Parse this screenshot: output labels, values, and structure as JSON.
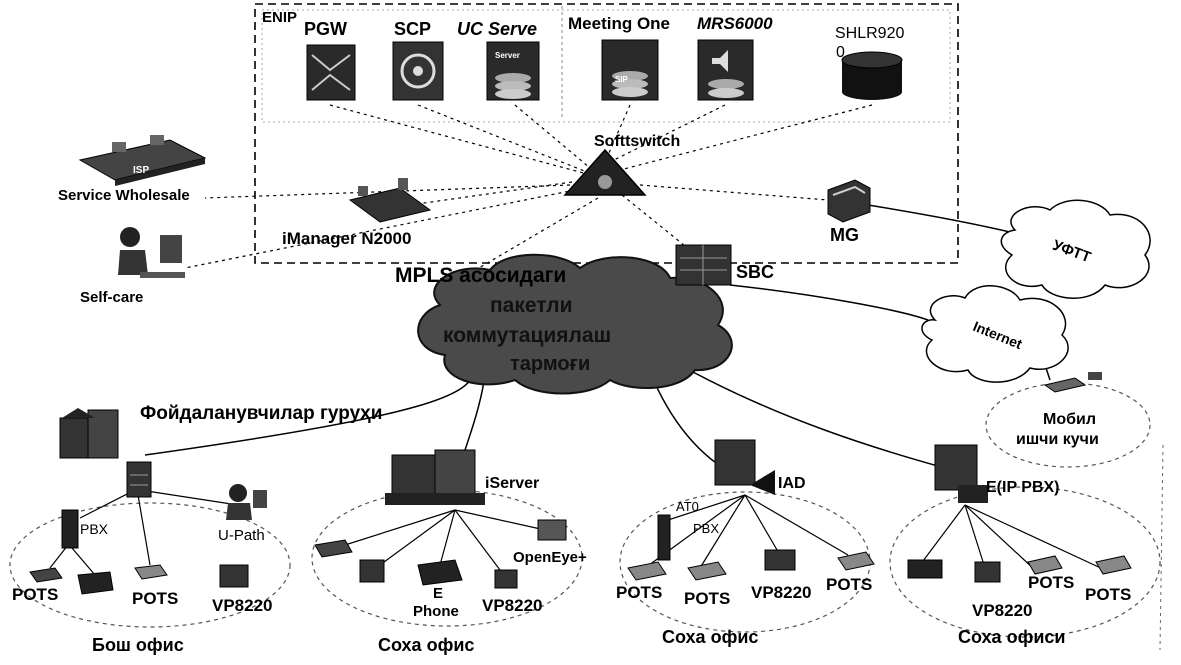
{
  "core": {
    "enip": "ENIP",
    "pgw": "PGW",
    "scp": "SCP",
    "uc_server": "UC Serve",
    "meeting_one": "Meeting One",
    "mrs6000": "MRS6000",
    "shlr_line1": "SHLR920",
    "shlr_line2": "0",
    "softswitch": "Softtswitch",
    "imanager": "iManager N2000",
    "mg": "MG",
    "sbc": "SBC",
    "sip_icon_text": "SIP",
    "server_icon_text": "Server"
  },
  "external": {
    "service_wholesale": "Service Wholesale",
    "isp_icon_text": "ISP",
    "self_care": "Self-care",
    "pstn_cloud": "УФТТ",
    "internet_cloud": "Internet",
    "mobile_line1": "Мобил",
    "mobile_line2": "ишчи кучи"
  },
  "network": {
    "line1": "MPLS асосидаги",
    "line2": "пакетли",
    "line3": "коммутациялаш",
    "line4": "тармоғи"
  },
  "offices": {
    "users_group": "Фойдаланувчилар гуруҳи",
    "head": {
      "caption": "Бош офис",
      "pbx": "PBX",
      "upath": "U-Path",
      "pots_left": "POTS",
      "pots_mid": "POTS",
      "vp": "VP8220"
    },
    "branch1": {
      "caption": "Соха офис",
      "server": "iServer",
      "openeye": "OpenEye+",
      "ephone_line1": "E",
      "ephone_line2": "Phone",
      "vp": "VP8220"
    },
    "branch2": {
      "caption": "Соха офис",
      "iad": "IAD",
      "ato": "AT0",
      "pbx": "PBX",
      "pots1": "POTS",
      "pots2": "POTS",
      "vp": "VP8220",
      "pots3": "POTS"
    },
    "branch3": {
      "caption": "Соха офиси",
      "ippbx": "E(IP PBX)",
      "pots1": "POTS",
      "pots2": "POTS",
      "vp": "VP8220"
    }
  }
}
